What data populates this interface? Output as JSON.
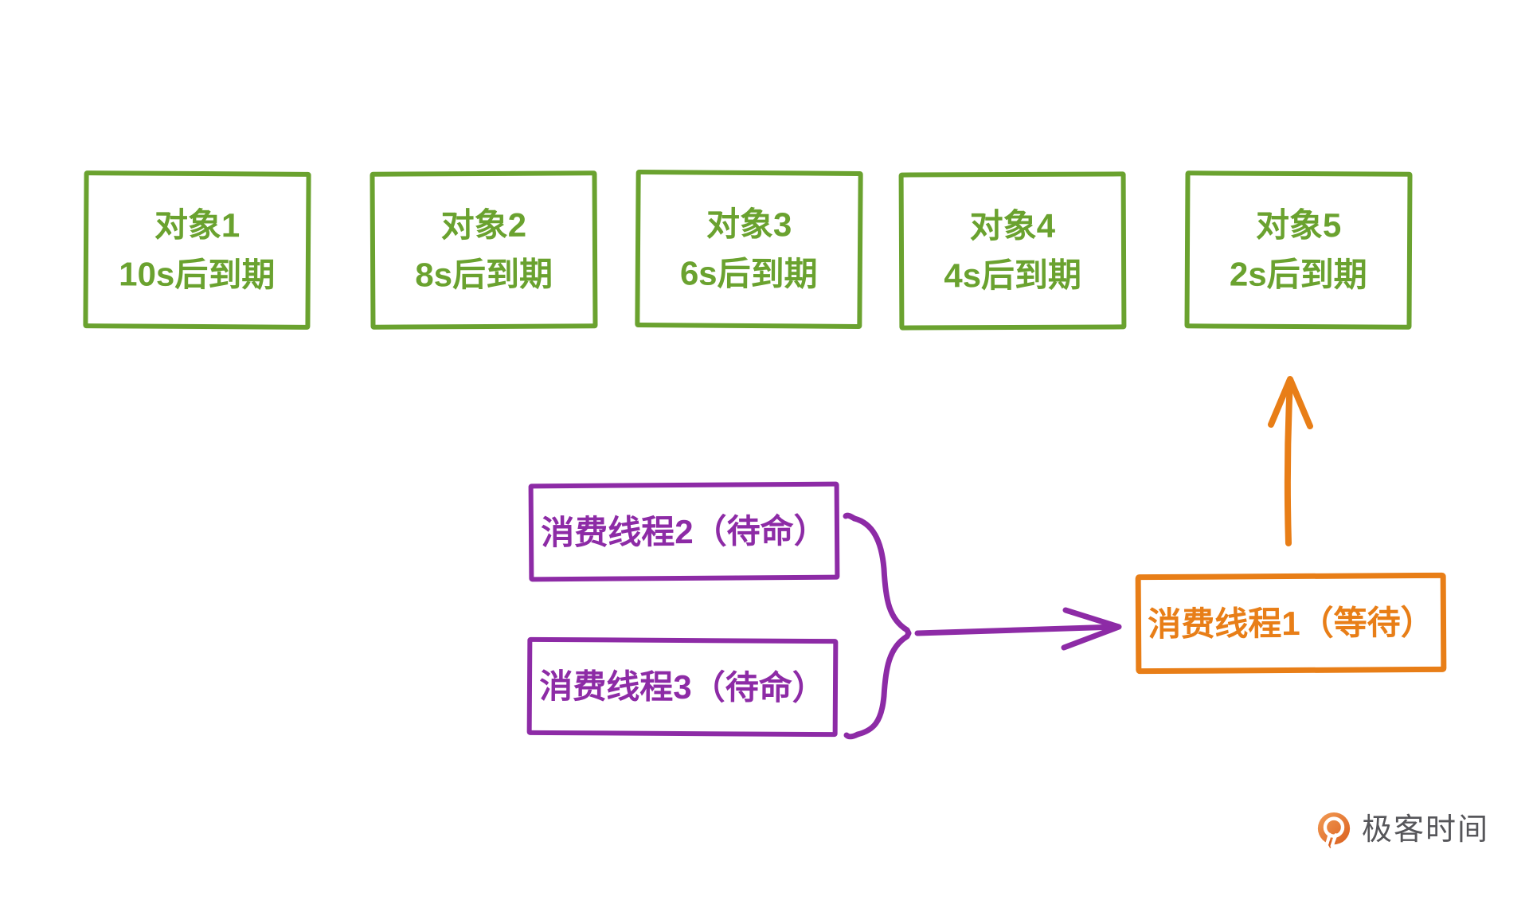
{
  "colors": {
    "green": "#6aa22f",
    "purple": "#8d2ba6",
    "orange": "#e87e17",
    "logo_gray": "#56565a"
  },
  "objects": [
    {
      "name": "对象1",
      "expiry": "10s后到期"
    },
    {
      "name": "对象2",
      "expiry": "8s后到期"
    },
    {
      "name": "对象3",
      "expiry": "6s后到期"
    },
    {
      "name": "对象4",
      "expiry": "4s后到期"
    },
    {
      "name": "对象5",
      "expiry": "2s后到期"
    }
  ],
  "standby_threads": [
    "消费线程2（待命）",
    "消费线程3（待命）"
  ],
  "waiting_thread": "消费线程1（等待）",
  "logo": {
    "text": "极客时间"
  }
}
